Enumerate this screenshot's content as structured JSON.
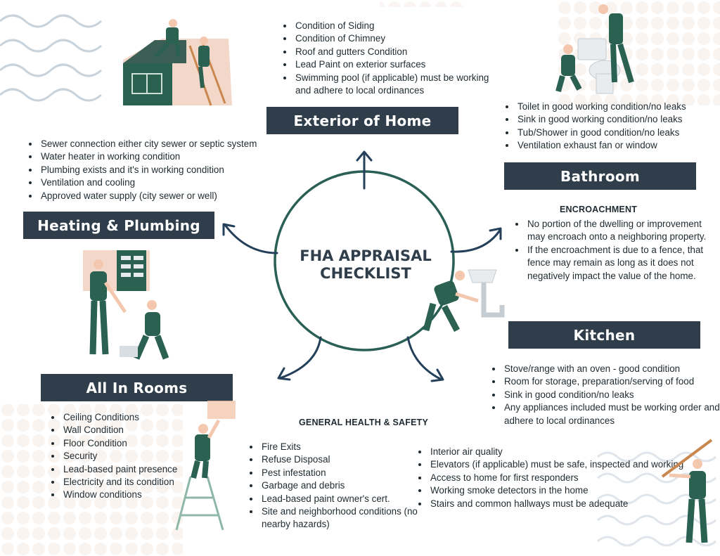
{
  "title_line1": "FHA APPRAISAL",
  "title_line2": "CHECKLIST",
  "colors": {
    "banner": "#2f3e4a",
    "accent": "#2a6151",
    "circle": "#2a5f55",
    "skin": "#f3c8ae"
  },
  "sections": {
    "exterior": {
      "heading": "Exterior of Home",
      "items": [
        "Condition of Siding",
        "Condition of Chimney",
        "Roof and gutters Condition",
        "Lead Paint on exterior surfaces",
        "Swimming pool (if applicable) must be working and adhere to local ordinances"
      ]
    },
    "bathroom": {
      "heading": "Bathroom",
      "items": [
        "Toilet in good working condition/no leaks",
        "Sink in good working condition/no leaks",
        "Tub/Shower in good condition/no leaks",
        "Ventilation exhaust fan or window"
      ]
    },
    "encroachment": {
      "heading": "ENCROACHMENT",
      "items": [
        "No portion of the dwelling or improvement may encroach onto a neighboring property.",
        "If the encroachment is due to a fence, that fence may remain as long as it does not negatively impact the value of the home."
      ]
    },
    "kitchen": {
      "heading": "Kitchen",
      "items": [
        "Stove/range with an oven - good condition",
        "Room for storage, preparation/serving of food",
        "Sink in good condition/no leaks",
        "Any appliances included must be working order and adhere to local ordinances"
      ]
    },
    "heating": {
      "heading": "Heating & Plumbing",
      "items": [
        "Sewer connection either city sewer or septic system",
        "Water heater in working condition",
        "Plumbing exists and it's in working condition",
        "Ventilation and cooling",
        "Approved water supply (city sewer or well)"
      ]
    },
    "rooms": {
      "heading": "All In Rooms",
      "items": [
        "Ceiling Conditions",
        "Wall Condition",
        "Floor Condition",
        "Security",
        "Lead-based paint presence",
        "Electricity and its condition",
        "Window conditions"
      ]
    },
    "health": {
      "heading": "GENERAL HEALTH & SAFETY",
      "items_left": [
        "Fire Exits",
        "Refuse Disposal",
        "Pest infestation",
        "Garbage and debris",
        "Lead-based paint owner's cert.",
        "Site and neighborhood conditions (no nearby hazards)"
      ],
      "items_right": [
        "Interior air quality",
        "Elevators (if applicable) must be safe, inspected and working",
        "Access to home for first responders",
        "Working smoke detectors in the home",
        "Stairs and common hallways must be adequate"
      ]
    }
  },
  "illustrations": [
    "roofers-on-house",
    "plumbers-at-toilet",
    "electricians-at-panel",
    "plumber-under-sink",
    "painter-on-ladder",
    "worker-with-tool"
  ]
}
